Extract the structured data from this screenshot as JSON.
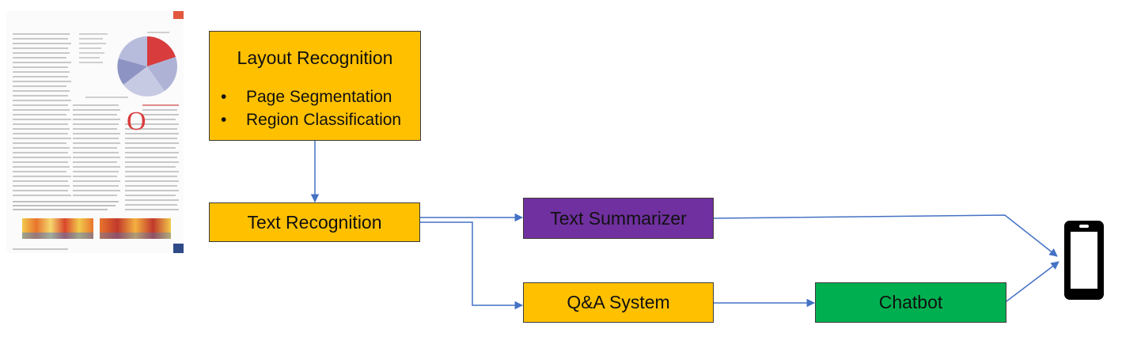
{
  "diagram": {
    "layout_recognition": {
      "title": "Layout Recognition",
      "bullets": [
        "Page Segmentation",
        "Region Classification"
      ]
    },
    "text_recognition": "Text Recognition",
    "text_summarizer": "Text Summarizer",
    "qa_system": "Q&A System",
    "chatbot": "Chatbot",
    "colors": {
      "orange": "#ffc000",
      "purple": "#7030a0",
      "green": "#00b050",
      "connector": "#4472c4"
    },
    "icons": [
      "document-thumbnail-icon",
      "smartphone-icon"
    ]
  }
}
